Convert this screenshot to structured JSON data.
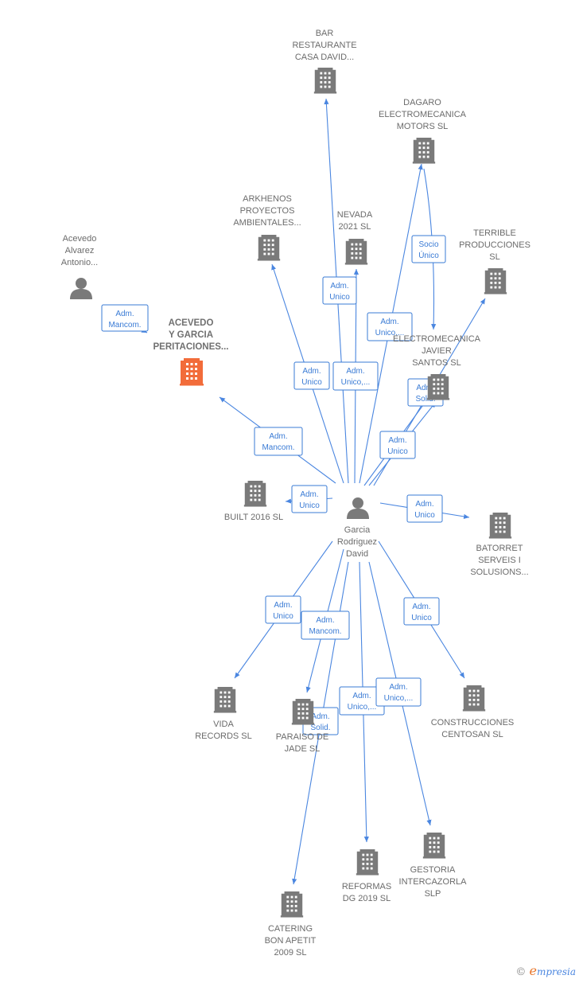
{
  "colors": {
    "edge": "#4a86e0",
    "building": "#7a7a7a",
    "highlight": "#f26c3a",
    "person": "#7a7a7a"
  },
  "nodes": [
    {
      "id": "center",
      "kind": "person",
      "lines": [
        "Garcia",
        "Rodriguez",
        "David"
      ]
    },
    {
      "id": "acevedo-alvarez",
      "kind": "person",
      "lines": [
        "Acevedo",
        "Alvarez",
        "Antonio..."
      ]
    },
    {
      "id": "acevedo-garcia",
      "kind": "building",
      "highlight": true,
      "lines": [
        "ACEVEDO",
        "Y GARCIA",
        "PERITACIONES..."
      ]
    },
    {
      "id": "bar-restaurante",
      "kind": "building",
      "lines": [
        "BAR",
        "RESTAURANTE",
        "CASA DAVID..."
      ]
    },
    {
      "id": "dagaro",
      "kind": "building",
      "lines": [
        "DAGARO",
        "ELECTROMECANICA",
        "MOTORS  SL"
      ]
    },
    {
      "id": "arkhenos",
      "kind": "building",
      "lines": [
        "ARKHENOS",
        "PROYECTOS",
        "AMBIENTALES..."
      ]
    },
    {
      "id": "nevada",
      "kind": "building",
      "lines": [
        "NEVADA",
        "2021  SL"
      ]
    },
    {
      "id": "terrible",
      "kind": "building",
      "lines": [
        "TERRIBLE",
        "PRODUCCIONES",
        "SL"
      ]
    },
    {
      "id": "electromecanica-javier",
      "kind": "building",
      "lines": [
        "ELECTROMECANICA",
        "JAVIER",
        "SANTOS SL"
      ]
    },
    {
      "id": "built-2016",
      "kind": "building",
      "lines": [
        "BUILT 2016  SL"
      ]
    },
    {
      "id": "batorret",
      "kind": "building",
      "lines": [
        "BATORRET",
        "SERVEIS I",
        "SOLUSIONS..."
      ]
    },
    {
      "id": "vida-records",
      "kind": "building",
      "lines": [
        "VIDA",
        "RECORDS SL"
      ]
    },
    {
      "id": "paraiso-jade",
      "kind": "building",
      "lines": [
        "PARAISO DE",
        "JADE SL"
      ]
    },
    {
      "id": "construcciones-centosan",
      "kind": "building",
      "lines": [
        "CONSTRUCCIONES",
        "CENTOSAN SL"
      ]
    },
    {
      "id": "reformas-dg",
      "kind": "building",
      "lines": [
        "REFORMAS",
        "DG 2019  SL"
      ]
    },
    {
      "id": "gestoria",
      "kind": "building",
      "lines": [
        "GESTORIA",
        "INTERCAZORLA",
        "SLP"
      ]
    },
    {
      "id": "catering",
      "kind": "building",
      "lines": [
        "CATERING",
        "BON APETIT",
        "2009 SL"
      ]
    }
  ],
  "roles": [
    {
      "id": "r-acevedo",
      "lines": [
        "Adm.",
        "Mancom."
      ]
    },
    {
      "id": "r-center-acevedo",
      "lines": [
        "Adm.",
        "Mancom."
      ]
    },
    {
      "id": "r-arkhenos",
      "lines": [
        "Adm.",
        "Unico"
      ]
    },
    {
      "id": "r-bar",
      "lines": [
        "Adm.",
        "Unico"
      ]
    },
    {
      "id": "r-nevada",
      "lines": [
        "Adm.",
        "Unico,..."
      ]
    },
    {
      "id": "r-dagaro",
      "lines": [
        "Adm.",
        "Unico,..."
      ]
    },
    {
      "id": "r-socio",
      "lines": [
        "Socio",
        "Único"
      ]
    },
    {
      "id": "r-electro-solid",
      "lines": [
        "Adm.",
        "Solid."
      ]
    },
    {
      "id": "r-terrible",
      "lines": [
        "Adm.",
        "Unico"
      ]
    },
    {
      "id": "r-built",
      "lines": [
        "Adm.",
        "Unico"
      ]
    },
    {
      "id": "r-batorret",
      "lines": [
        "Adm.",
        "Unico"
      ]
    },
    {
      "id": "r-vida",
      "lines": [
        "Adm.",
        "Unico"
      ]
    },
    {
      "id": "r-paraiso-mancom",
      "lines": [
        "Adm.",
        "Mancom."
      ]
    },
    {
      "id": "r-construcciones",
      "lines": [
        "Adm.",
        "Unico"
      ]
    },
    {
      "id": "r-paraiso-solid",
      "lines": [
        "Adm.",
        "Solid."
      ]
    },
    {
      "id": "r-reformas",
      "lines": [
        "Adm.",
        "Unico,..."
      ]
    },
    {
      "id": "r-gestoria",
      "lines": [
        "Adm.",
        "Unico,..."
      ]
    }
  ],
  "footer": {
    "copyright": "©",
    "brand_initial": "e",
    "brand_rest": "mpresia"
  }
}
